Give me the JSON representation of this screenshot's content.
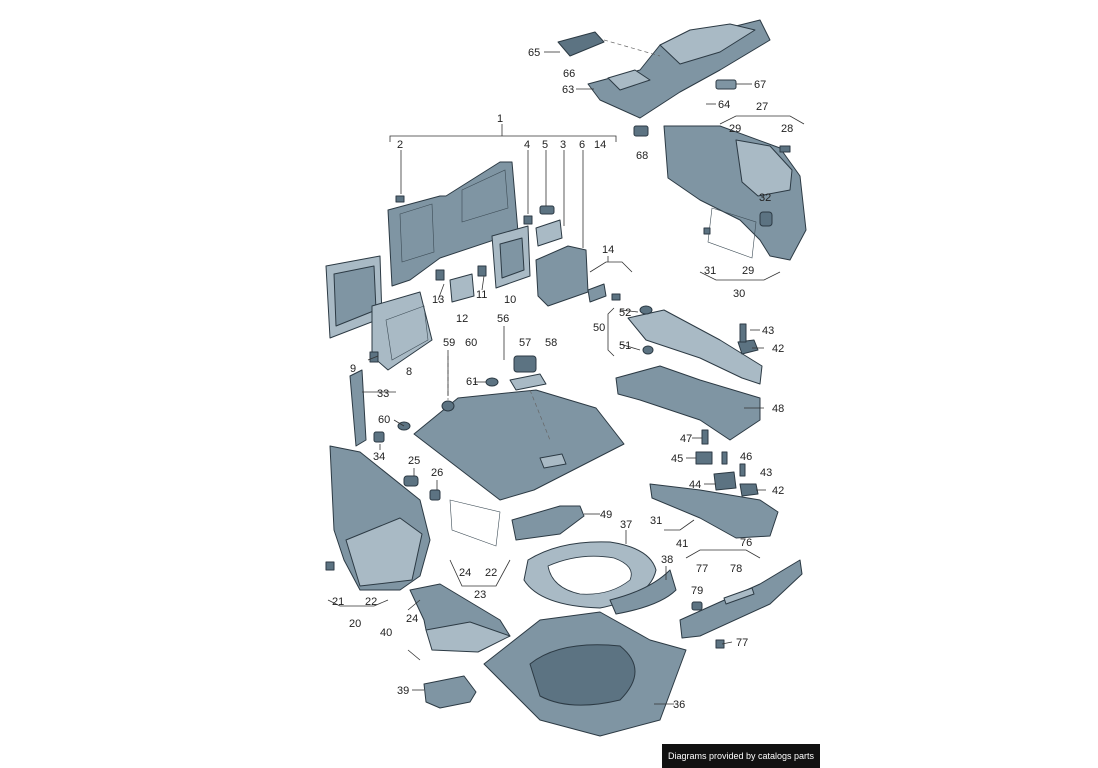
{
  "footer": "Diagrams provided by catalogs parts",
  "callouts": {
    "c1": "1",
    "c2": "2",
    "c3": "3",
    "c4": "4",
    "c5": "5",
    "c6": "6",
    "c8": "8",
    "c9": "9",
    "c10": "10",
    "c11": "11",
    "c12": "12",
    "c13": "13",
    "c14a": "14",
    "c14b": "14",
    "c20": "20",
    "c21": "21",
    "c22a": "22",
    "c22b": "22",
    "c23": "23",
    "c24a": "24",
    "c24b": "24",
    "c25": "25",
    "c26": "26",
    "c27": "27",
    "c28": "28",
    "c29a": "29",
    "c29b": "29",
    "c30": "30",
    "c31a": "31",
    "c31b": "31",
    "c32": "32",
    "c33": "33",
    "c34": "34",
    "c36": "36",
    "c37": "37",
    "c38": "38",
    "c39": "39",
    "c40": "40",
    "c41": "41",
    "c42a": "42",
    "c42b": "42",
    "c43a": "43",
    "c43b": "43",
    "c44": "44",
    "c45": "45",
    "c46": "46",
    "c47": "47",
    "c48": "48",
    "c49": "49",
    "c50": "50",
    "c51": "51",
    "c52": "52",
    "c56": "56",
    "c57": "57",
    "c58": "58",
    "c59": "59",
    "c60a": "60",
    "c60b": "60",
    "c61": "61",
    "c63": "63",
    "c64": "64",
    "c65": "65",
    "c66": "66",
    "c67": "67",
    "c68": "68",
    "c76": "76",
    "c77a": "77",
    "c77b": "77",
    "c78": "78",
    "c79": "79"
  }
}
